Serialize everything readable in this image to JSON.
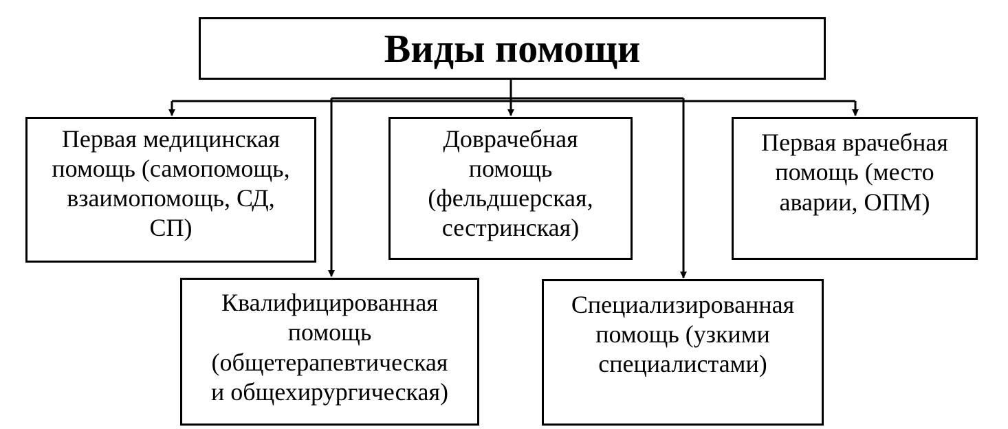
{
  "diagram": {
    "root": {
      "label": "Виды помощи"
    },
    "nodes": [
      {
        "id": "first-medical-aid",
        "label": "Первая медицинская\nпомощь (самопомощь,\nвзаимопомощь, СД,\nСП)"
      },
      {
        "id": "pre-medical-aid",
        "label": "Доврачебная\nпомощь\n(фельдшерская,\nсестринская)"
      },
      {
        "id": "first-doctor-aid",
        "label": "Первая врачебная\nпомощь (место\nаварии, ОПМ)"
      },
      {
        "id": "qualified-aid",
        "label": "Квалифицированная\nпомощь\n(общетерапевтическая\nи общехирургическая)"
      },
      {
        "id": "specialized-aid",
        "label": "Специализированная\nпомощь (узкими\nспециалистами)"
      }
    ],
    "edges": [
      {
        "from": "root",
        "to": "first-medical-aid"
      },
      {
        "from": "root",
        "to": "pre-medical-aid"
      },
      {
        "from": "root",
        "to": "first-doctor-aid"
      },
      {
        "from": "root",
        "to": "qualified-aid"
      },
      {
        "from": "root",
        "to": "specialized-aid"
      }
    ],
    "colors": {
      "line": "#000000",
      "box_fill": "#ffffff",
      "text": "#000000"
    }
  }
}
